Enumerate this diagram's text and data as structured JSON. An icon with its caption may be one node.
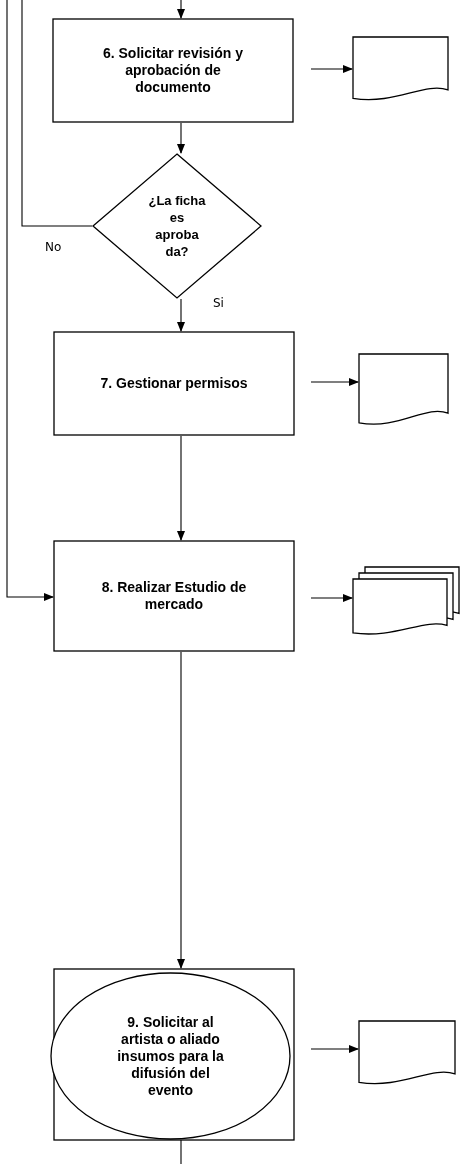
{
  "diagram": {
    "nodes": [
      {
        "text": [
          "6. Solicitar revisión y aprobación de documento"
        ]
      },
      {
        "text": [],
        "shape": "document"
      },
      {
        "text": [
          "¿La ficha es aproba da?"
        ]
      },
      {
        "text": [
          "7.  Gestionar permisos"
        ]
      },
      {
        "text": [],
        "shape": "document"
      },
      {
        "text": [
          "8. Realizar Estudio de mercado"
        ]
      },
      {
        "text": [],
        "shape": "documents"
      },
      {
        "text": [],
        "shape": "box"
      },
      {
        "text": [
          "9. Solicitar al artista o aliado insumos para la difusión del evento"
        ],
        "in": 7
      },
      {
        "text": [],
        "shape": "document"
      }
    ],
    "edges": [
      {
        "from": null,
        "to": 0,
        "arrow": "to"
      },
      {
        "from": null,
        "to": 1,
        "arrow": "to"
      },
      {
        "from": 0,
        "to": 2,
        "arrow": "to"
      },
      {
        "from": 2,
        "to": null,
        "label": "No",
        "arrow": "none"
      },
      {
        "from": 2,
        "to": 3,
        "label": "Si",
        "arrow": "to"
      },
      {
        "from": null,
        "to": 4,
        "arrow": "to"
      },
      {
        "from": 3,
        "to": 5,
        "arrow": "to"
      },
      {
        "from": null,
        "to": 5,
        "arrow": "to"
      },
      {
        "from": null,
        "to": 6,
        "arrow": "to"
      },
      {
        "from": 5,
        "to": 7,
        "arrow": "to"
      },
      {
        "from": null,
        "to": 9,
        "arrow": "to"
      },
      {
        "from": 8,
        "to": null,
        "arrow": "none"
      }
    ]
  }
}
